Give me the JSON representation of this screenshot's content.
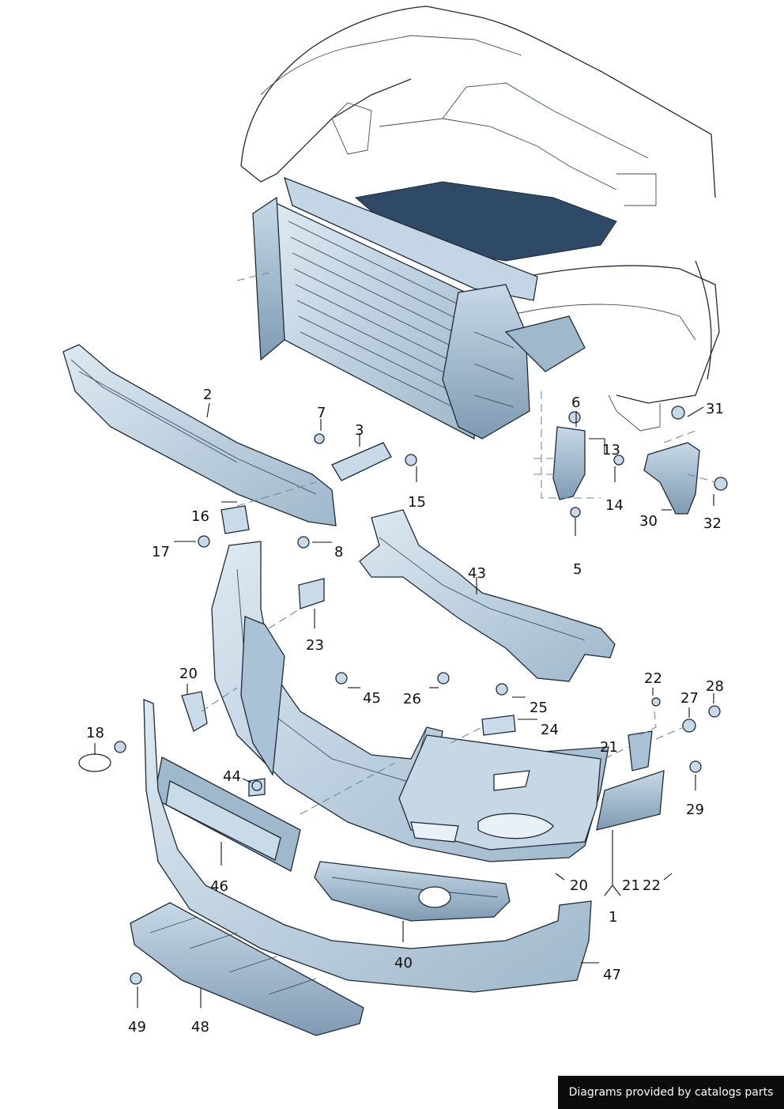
{
  "labels": {
    "l1": "1",
    "l2": "2",
    "l3": "3",
    "l5": "5",
    "l6": "6",
    "l7": "7",
    "l8": "8",
    "l13": "13",
    "l14": "14",
    "l15": "15",
    "l16": "16",
    "l17": "17",
    "l18": "18",
    "l20a": "20",
    "l20b": "20",
    "l21a": "21",
    "l21b": "21",
    "l22a": "22",
    "l22b": "22",
    "l23": "23",
    "l24": "24",
    "l25": "25",
    "l26": "26",
    "l27": "27",
    "l28": "28",
    "l29": "29",
    "l30": "30",
    "l31": "31",
    "l32": "32",
    "l40": "40",
    "l43": "43",
    "l44": "44",
    "l45": "45",
    "l46": "46",
    "l47": "47",
    "l48": "48",
    "l49": "49"
  },
  "footer": {
    "credit": "Diagrams provided by catalogs parts"
  },
  "colors": {
    "part_fill": "#b9cfe0",
    "part_dark": "#8fa9bf",
    "line": "#1e2a36",
    "dash": "#6f8aa3"
  }
}
